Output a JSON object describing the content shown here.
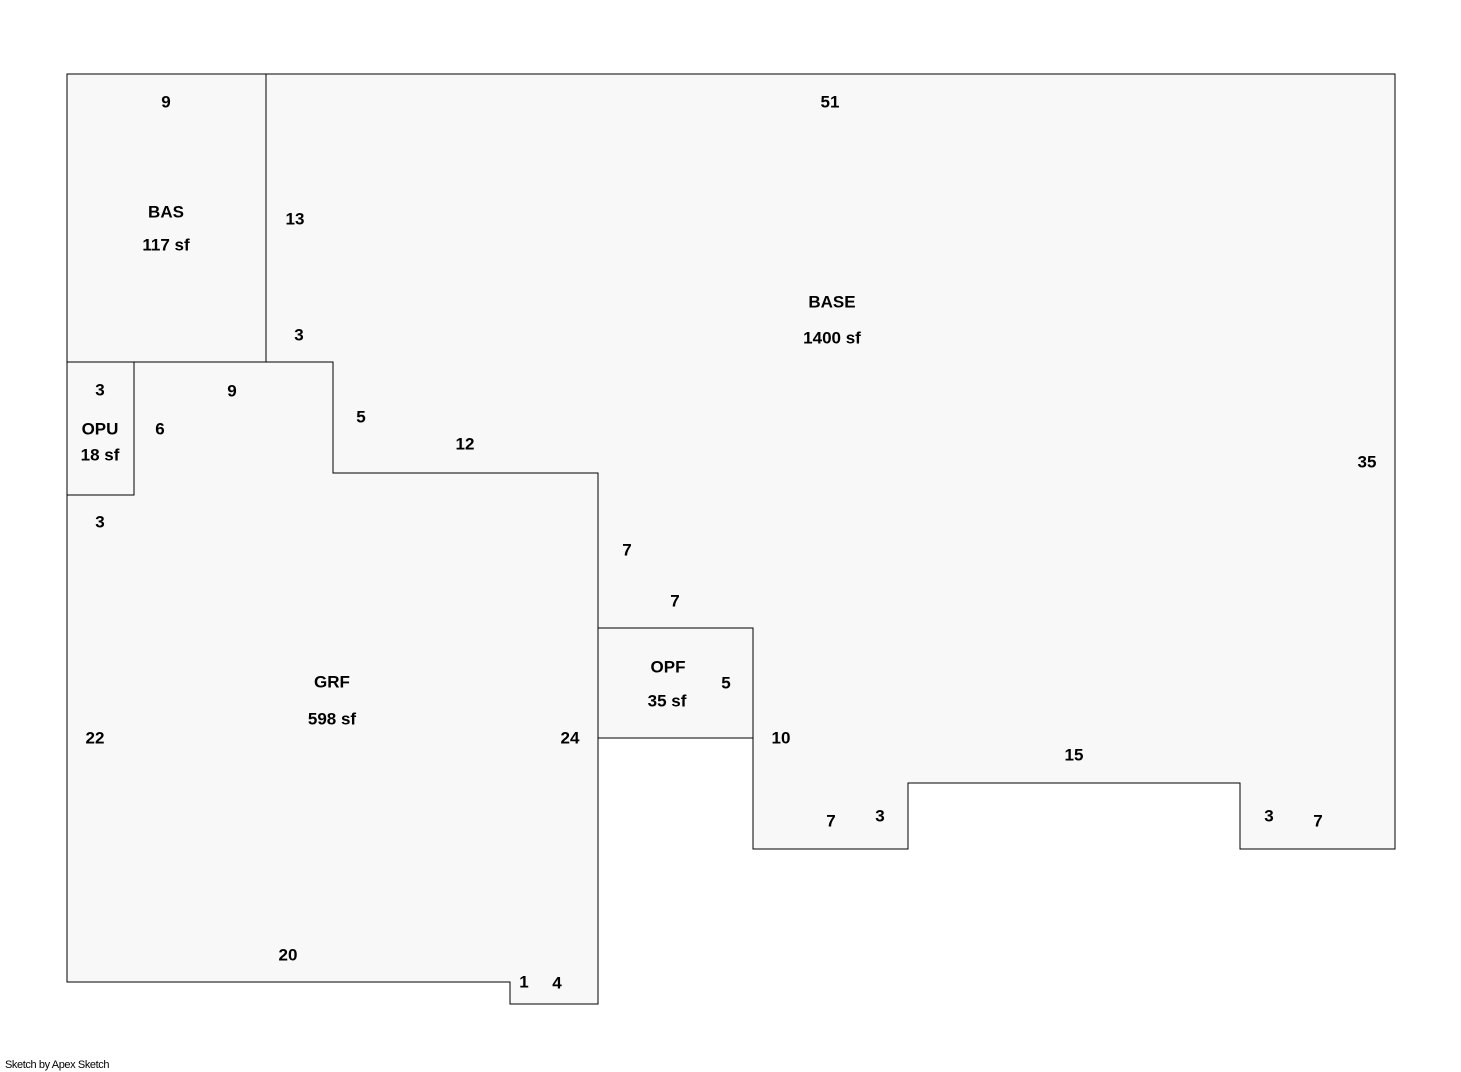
{
  "areas": {
    "bas": {
      "code": "BAS",
      "size": "117 sf"
    },
    "base": {
      "code": "BASE",
      "size": "1400 sf"
    },
    "opu": {
      "code": "OPU",
      "size": "18 sf"
    },
    "grf": {
      "code": "GRF",
      "size": "598 sf"
    },
    "opf": {
      "code": "OPF",
      "size": "35 sf"
    }
  },
  "dimensions": {
    "bas_top": "9",
    "bas_right": "13",
    "base_top": "51",
    "base_right": "35",
    "step_top": "3",
    "step_right": "5",
    "step_bottom": "12",
    "opu_top": "3",
    "opu_right": "6",
    "opu_bottom": "3",
    "grf_top": "9",
    "grf_left": "22",
    "grf_right": "24",
    "grf_bottom": "20",
    "notch_left": "1",
    "notch_bottom": "4",
    "base_left_lower": "7",
    "opf_top": "7",
    "opf_right": "5",
    "base_drop": "10",
    "base_bottom_left": "7",
    "recess_left": "3",
    "recess_top": "15",
    "recess_right": "3",
    "base_bottom_right": "7"
  },
  "credit": "Sketch by Apex Sketch"
}
